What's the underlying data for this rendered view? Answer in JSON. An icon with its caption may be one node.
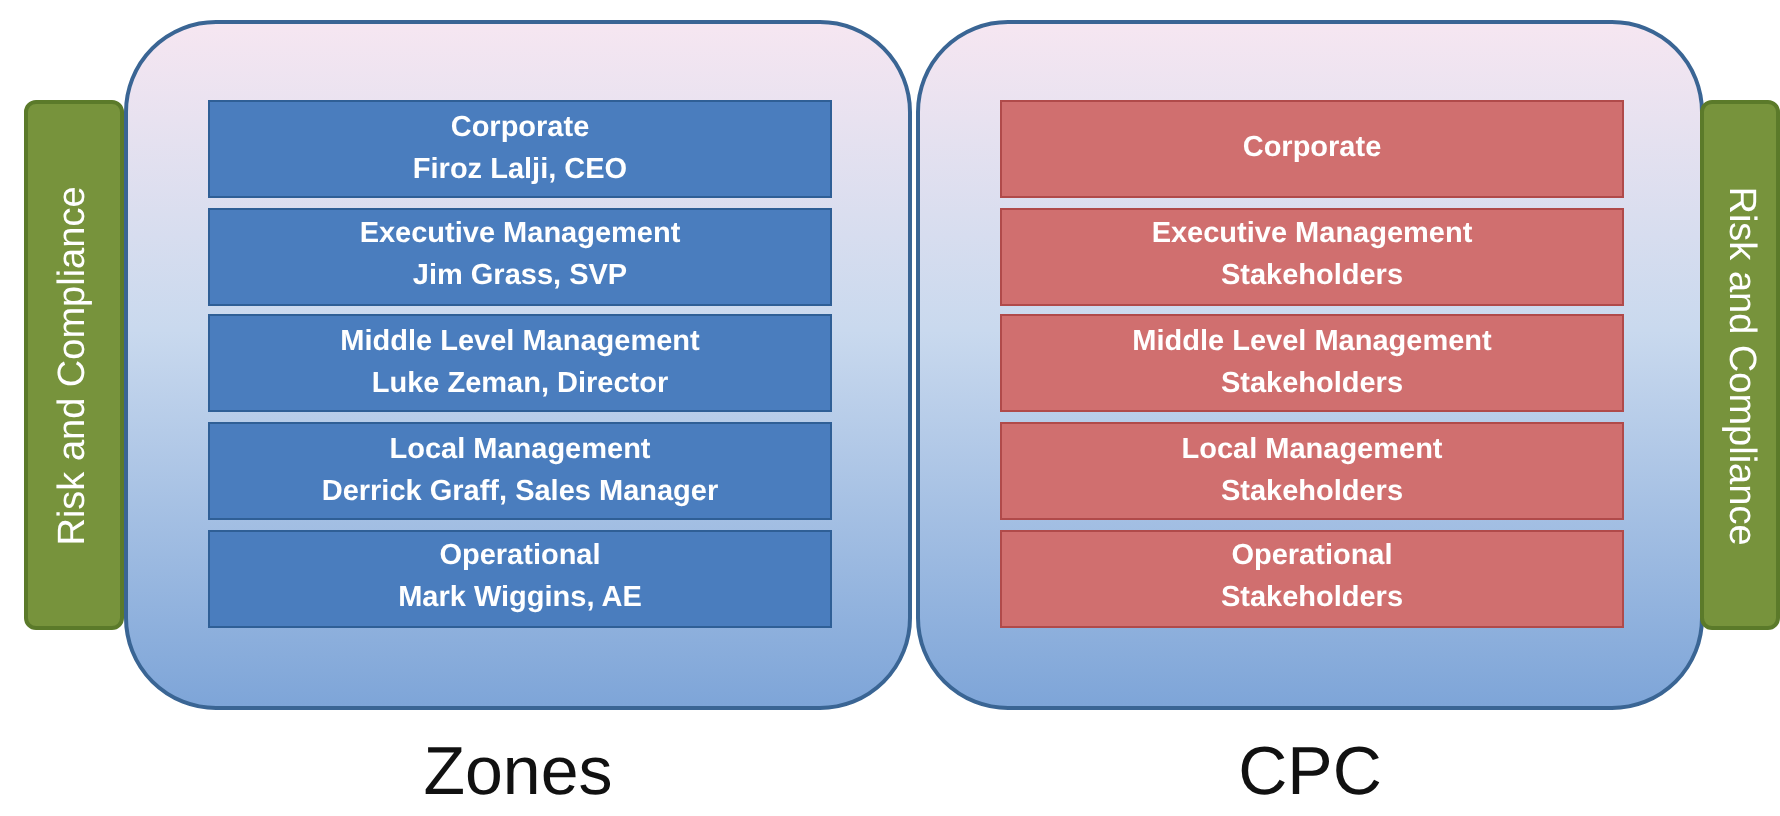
{
  "diagram": {
    "nodes": [
      {
        "text": [
          "Risk and Compliance"
        ]
      },
      {
        "text": [
          "Zones"
        ]
      },
      {
        "text": [
          "Corporate",
          "Firoz Lalji, CEO"
        ],
        "in": 1
      },
      {
        "text": [
          "Executive Management",
          "Jim Grass, SVP"
        ],
        "in": 1
      },
      {
        "text": [
          "Middle Level Management",
          "Luke Zeman, Director"
        ],
        "in": 1
      },
      {
        "text": [
          "Local Management",
          "Derrick Graff, Sales Manager"
        ],
        "in": 1
      },
      {
        "text": [
          "Operational",
          "Mark Wiggins, AE"
        ],
        "in": 1
      },
      {
        "text": [
          "CPC"
        ]
      },
      {
        "text": [
          "Corporate"
        ],
        "in": 7
      },
      {
        "text": [
          "Executive Management",
          "Stakeholders"
        ],
        "in": 7
      },
      {
        "text": [
          "Middle Level Management",
          "Stakeholders"
        ],
        "in": 7
      },
      {
        "text": [
          "Local Management",
          "Stakeholders"
        ],
        "in": 7
      },
      {
        "text": [
          "Operational",
          "Stakeholders"
        ],
        "in": 7
      },
      {
        "text": [
          "Risk and Compliance"
        ]
      }
    ],
    "edges": []
  }
}
